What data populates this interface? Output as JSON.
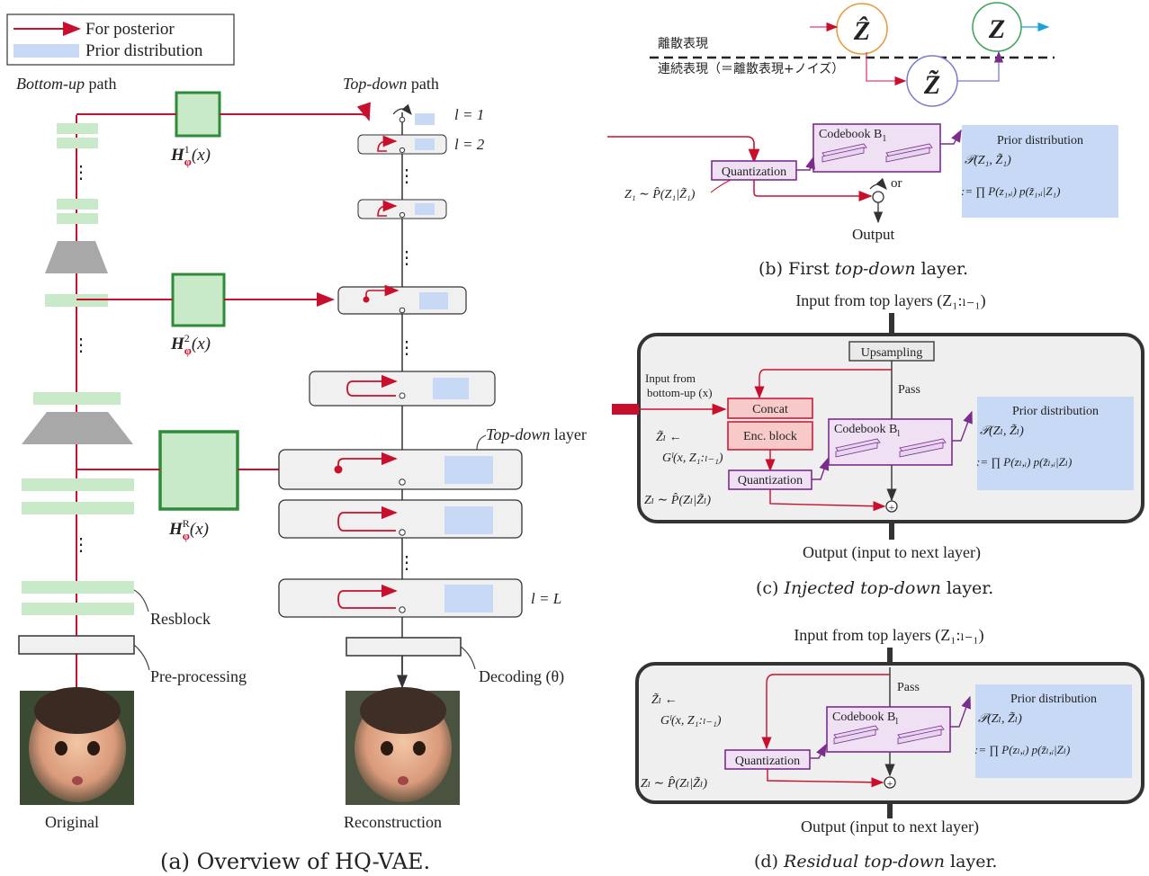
{
  "legend": {
    "posterior_label": "For posterior",
    "prior_label": "Prior distribution"
  },
  "panel_a": {
    "bottom_up_label": "Bottom-up",
    "path_word": "path",
    "top_down_label": "Top-down",
    "encoder_labels": [
      "H",
      "H",
      "H"
    ],
    "encoder_sups": [
      "1",
      "2",
      "R"
    ],
    "encoder_arg": "(x)",
    "encoder_sub": "φ",
    "level_labels": [
      "l = 1",
      "l = 2",
      "l = L"
    ],
    "topdown_layer_word": "Top-down",
    "layer_word": "layer",
    "resblock_label": "Resblock",
    "preprocessing_label": "Pre-processing",
    "decoding_label": "Decoding (θ)",
    "original_label": "Original",
    "reconstruction_label": "Reconstruction",
    "caption": "(a) Overview of HQ-VAE."
  },
  "panel_b": {
    "discrete_label": "離散表現",
    "continuous_label": "連続表現（＝離散表現+ノイズ）",
    "zhat": "Ẑ",
    "z": "Z",
    "ztilde": "Z̃",
    "codebook_label": "Codebook B",
    "codebook_sub": "1",
    "quantization_label": "Quantization",
    "or_label": "or",
    "output_label": "Output",
    "z1_expr": "Z₁ ∼ P̂(Z₁|Z̃₁)",
    "prior_title": "Prior distribution",
    "prior_line1": "𝒫(Z₁, Z̃₁)",
    "prior_line2": ":= ∏ P(z₁,ᵢ) p(z̃₁,ᵢ|Z₁)",
    "caption_pre": "(b) First ",
    "caption_em": "top-down",
    "caption_post": " layer."
  },
  "panel_c": {
    "input_top": "Input from top layers (Z₁:ₗ₋₁)",
    "upsampling_label": "Upsampling",
    "pass_label": "Pass",
    "input_bottom_line1": "Input from",
    "input_bottom_line2": "bottom-up (x)",
    "concat_label": "Concat",
    "enc_block_label": "Enc. block",
    "codebook_label": "Codebook B",
    "codebook_sub": "l",
    "quantization_label": "Quantization",
    "zl_assign_line1": "Z̃ₗ ←",
    "zl_assign_line2": "Gˡ(x, Z₁:ₗ₋₁)",
    "zl_expr": "Zₗ ∼ P̂(Zₗ|Z̃ₗ)",
    "prior_title": "Prior distribution",
    "prior_line1": "𝒫(Zₗ, Z̃ₗ)",
    "prior_line2": ":= ∏ P(zₗ,ᵢ) p(z̃ₗ,ᵢ|Zₗ)",
    "output_label": "Output (input to next layer)",
    "caption_pre": "(c) ",
    "caption_em": "Injected top-down",
    "caption_post": " layer."
  },
  "panel_d": {
    "input_top": "Input from top layers (Z₁:ₗ₋₁)",
    "pass_label": "Pass",
    "codebook_label": "Codebook B",
    "codebook_sub": "l",
    "quantization_label": "Quantization",
    "zl_assign_line1": "Z̃ₗ ←",
    "zl_assign_line2": "Gˡ(x, Z₁:ₗ₋₁)",
    "zl_expr": "Zₗ ∼ P̂(Zₗ|Z̃ₗ)",
    "prior_title": "Prior distribution",
    "prior_line1": "𝒫(Zₗ, Z̃ₗ)",
    "prior_line2": ":= ∏ P(zₗ,ᵢ) p(z̃ₗ,ᵢ|Zₗ)",
    "output_label": "Output (input to next layer)",
    "caption_pre": "(d) ",
    "caption_em": "Residual top-down",
    "caption_post": " layer."
  },
  "colors": {
    "red": "#c8102e",
    "green_box": "#c9eac8",
    "green_border": "#2e8b3a",
    "prior_blue": "#c7d9f5",
    "purple": "#7a2d8c",
    "codebook_fill": "#efe0f4",
    "pink_fill": "#f7c9c9"
  }
}
